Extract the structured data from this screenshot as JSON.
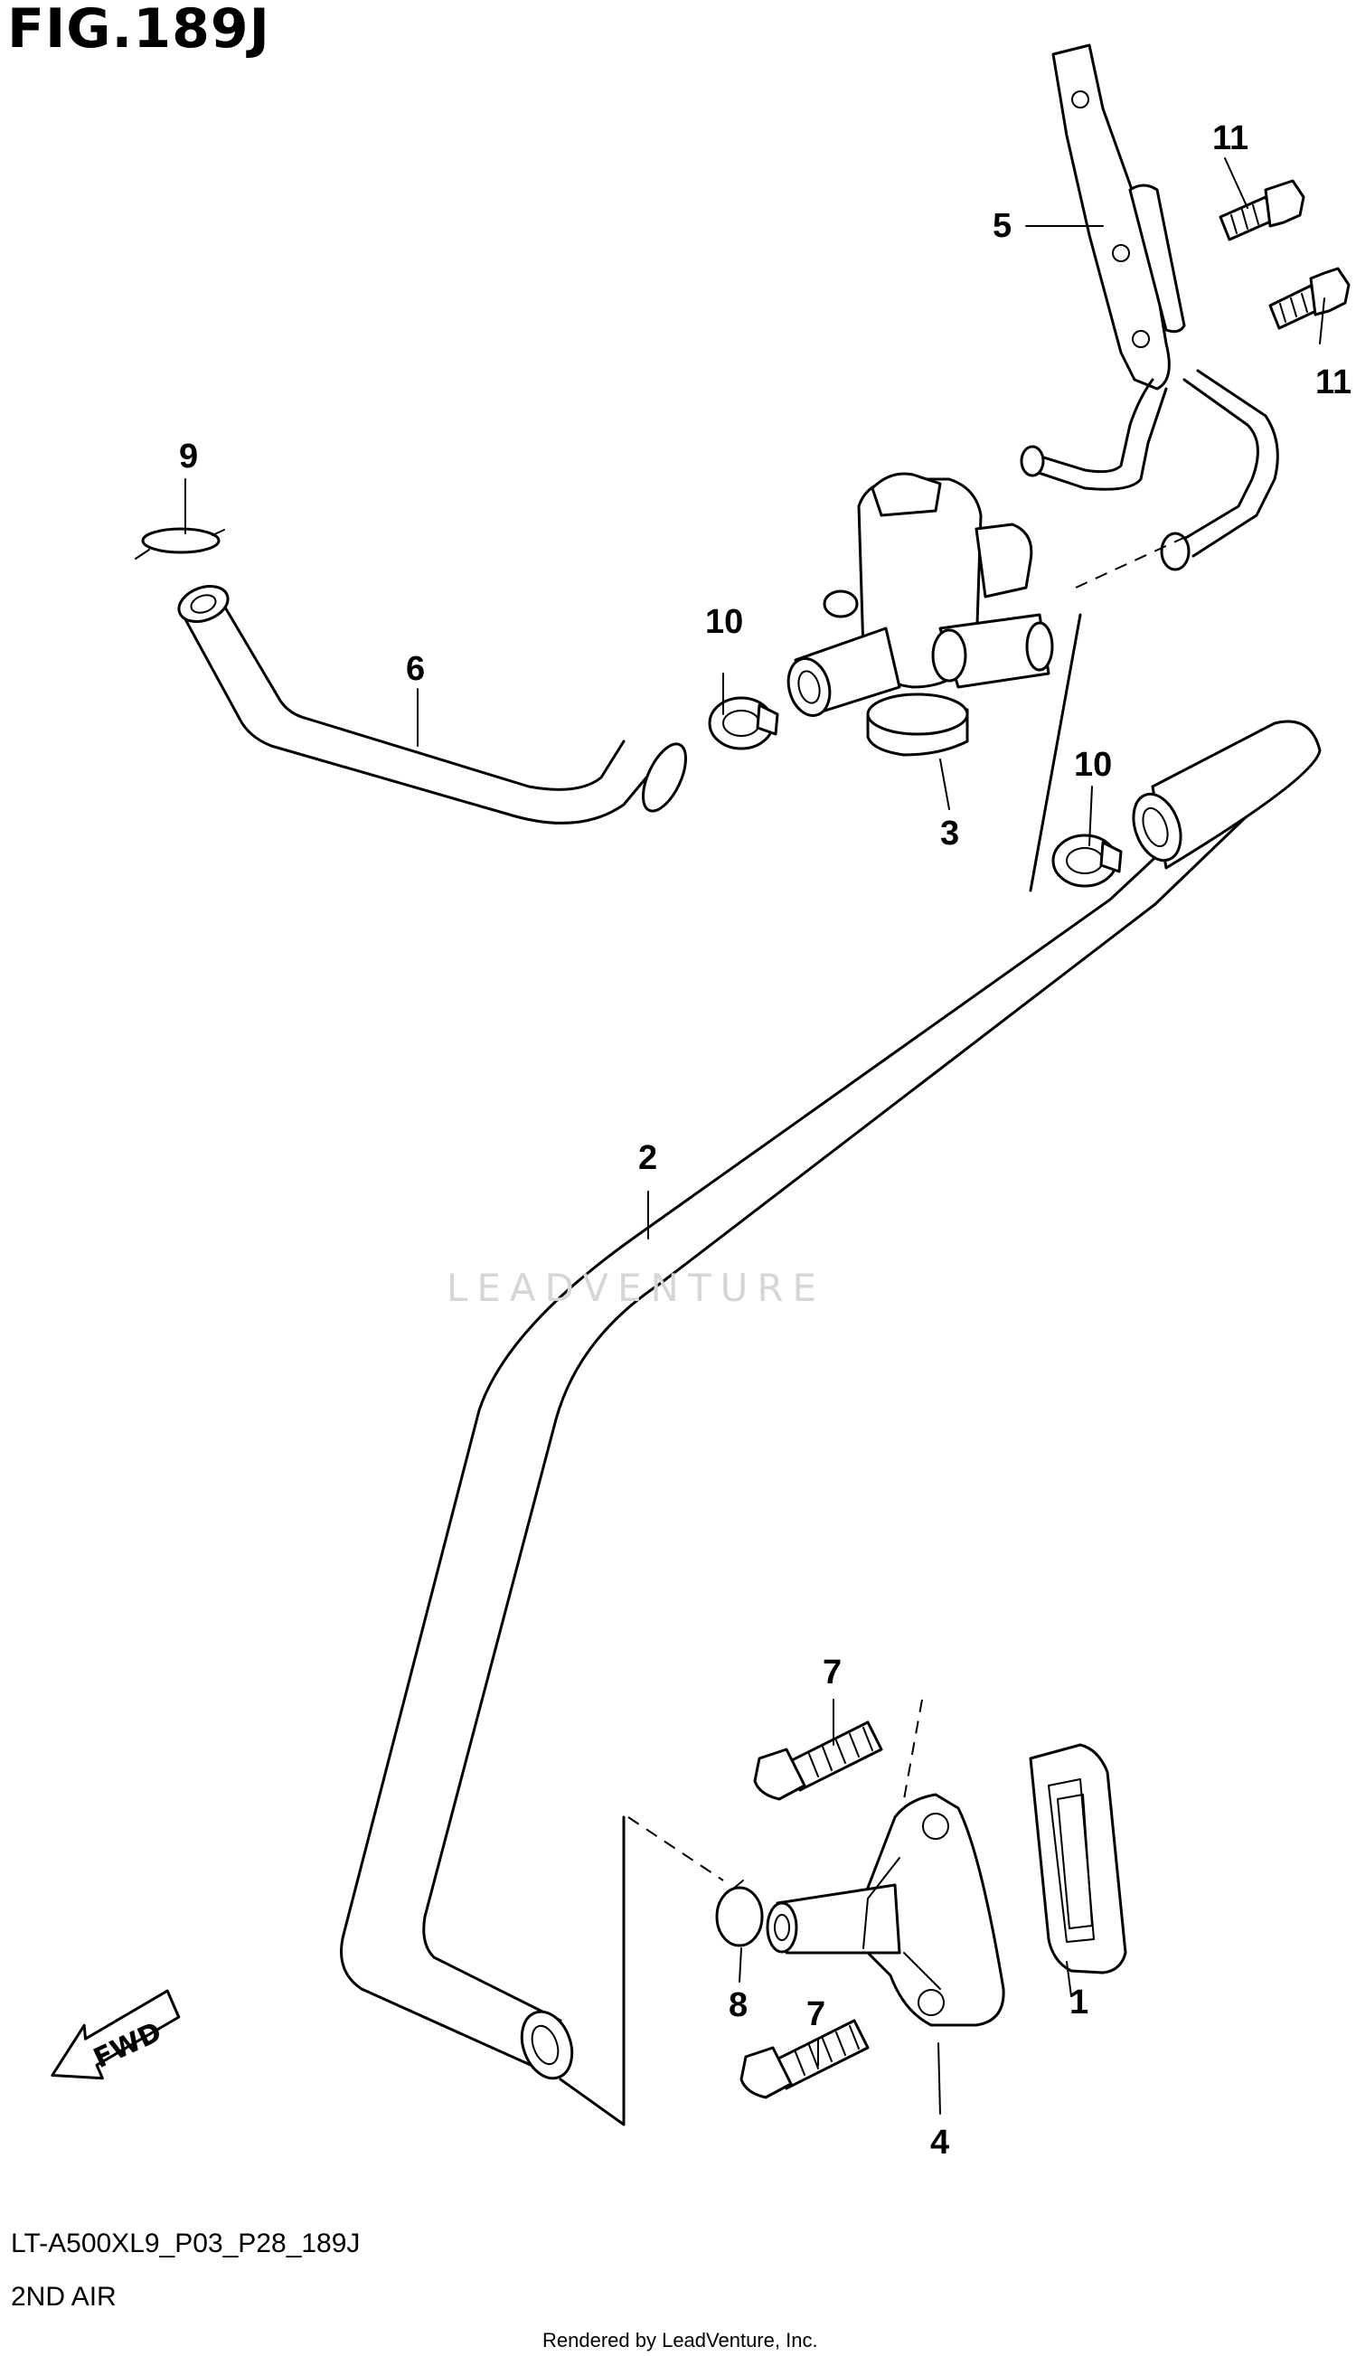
{
  "figure": {
    "title": "FIG.189J",
    "code": "LT-A500XL9_P03_P28_189J",
    "subtitle": "2ND AIR"
  },
  "watermark": "LEADVENTURE",
  "credit": "Rendered by LeadVenture, Inc.",
  "direction_label": "FWD",
  "callouts": {
    "p1": "1",
    "p2": "2",
    "p3": "3",
    "p4": "4",
    "p5": "5",
    "p6": "6",
    "p7a": "7",
    "p7b": "7",
    "p8": "8",
    "p9": "9",
    "p10a": "10",
    "p10b": "10",
    "p11a": "11",
    "p11b": "11"
  }
}
